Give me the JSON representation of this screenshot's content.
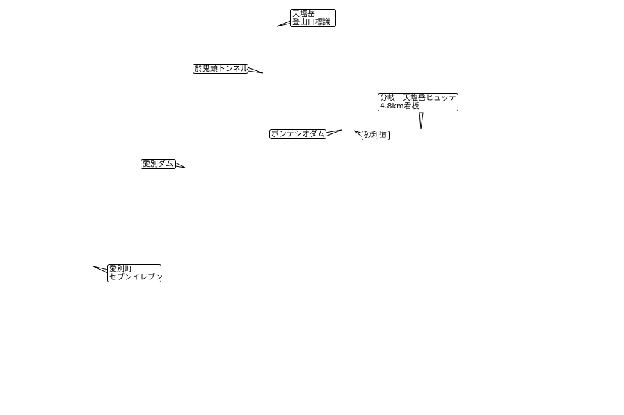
{
  "map": {
    "background": "#ffffff",
    "labels": [
      {
        "id": "tenshio-trailhead",
        "lines": [
          "天塩岳",
          "登山口標識"
        ]
      },
      {
        "id": "okito-tunnel",
        "lines": [
          "於鬼頭トンネル"
        ]
      },
      {
        "id": "branch-hut-sign",
        "lines": [
          "分岐　天塩岳ヒュッテ",
          "4.8km看板"
        ]
      },
      {
        "id": "pontesio-dam",
        "lines": [
          "ポンテシオダム"
        ]
      },
      {
        "id": "gravel-road",
        "lines": [
          "砂利道"
        ]
      },
      {
        "id": "aibetsu-dam",
        "lines": [
          "愛別ダム"
        ]
      },
      {
        "id": "aibetsu-seven-eleven",
        "lines": [
          "愛別町",
          "セブンイレブン"
        ]
      }
    ]
  }
}
